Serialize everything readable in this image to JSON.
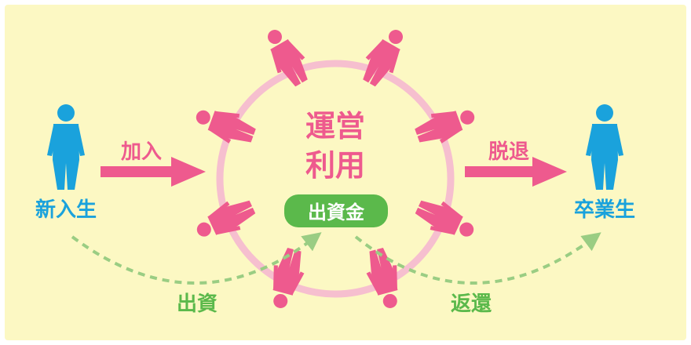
{
  "colors": {
    "background": "#FCF8C3",
    "member": "#EE5A8E",
    "ring": "#F6BFCF",
    "person": "#1AA2DC",
    "money": "#5BB94B",
    "badge_text": "#FFFFFF"
  },
  "labels": {
    "center_line1": "運営",
    "center_line2": "利用",
    "badge": "出資金",
    "join": "加入",
    "leave": "脱退",
    "new_student": "新入生",
    "graduate": "卒業生",
    "invest": "出資",
    "refund": "返還"
  },
  "icons": {
    "person": "person-icon",
    "member": "member-figure-icon"
  }
}
